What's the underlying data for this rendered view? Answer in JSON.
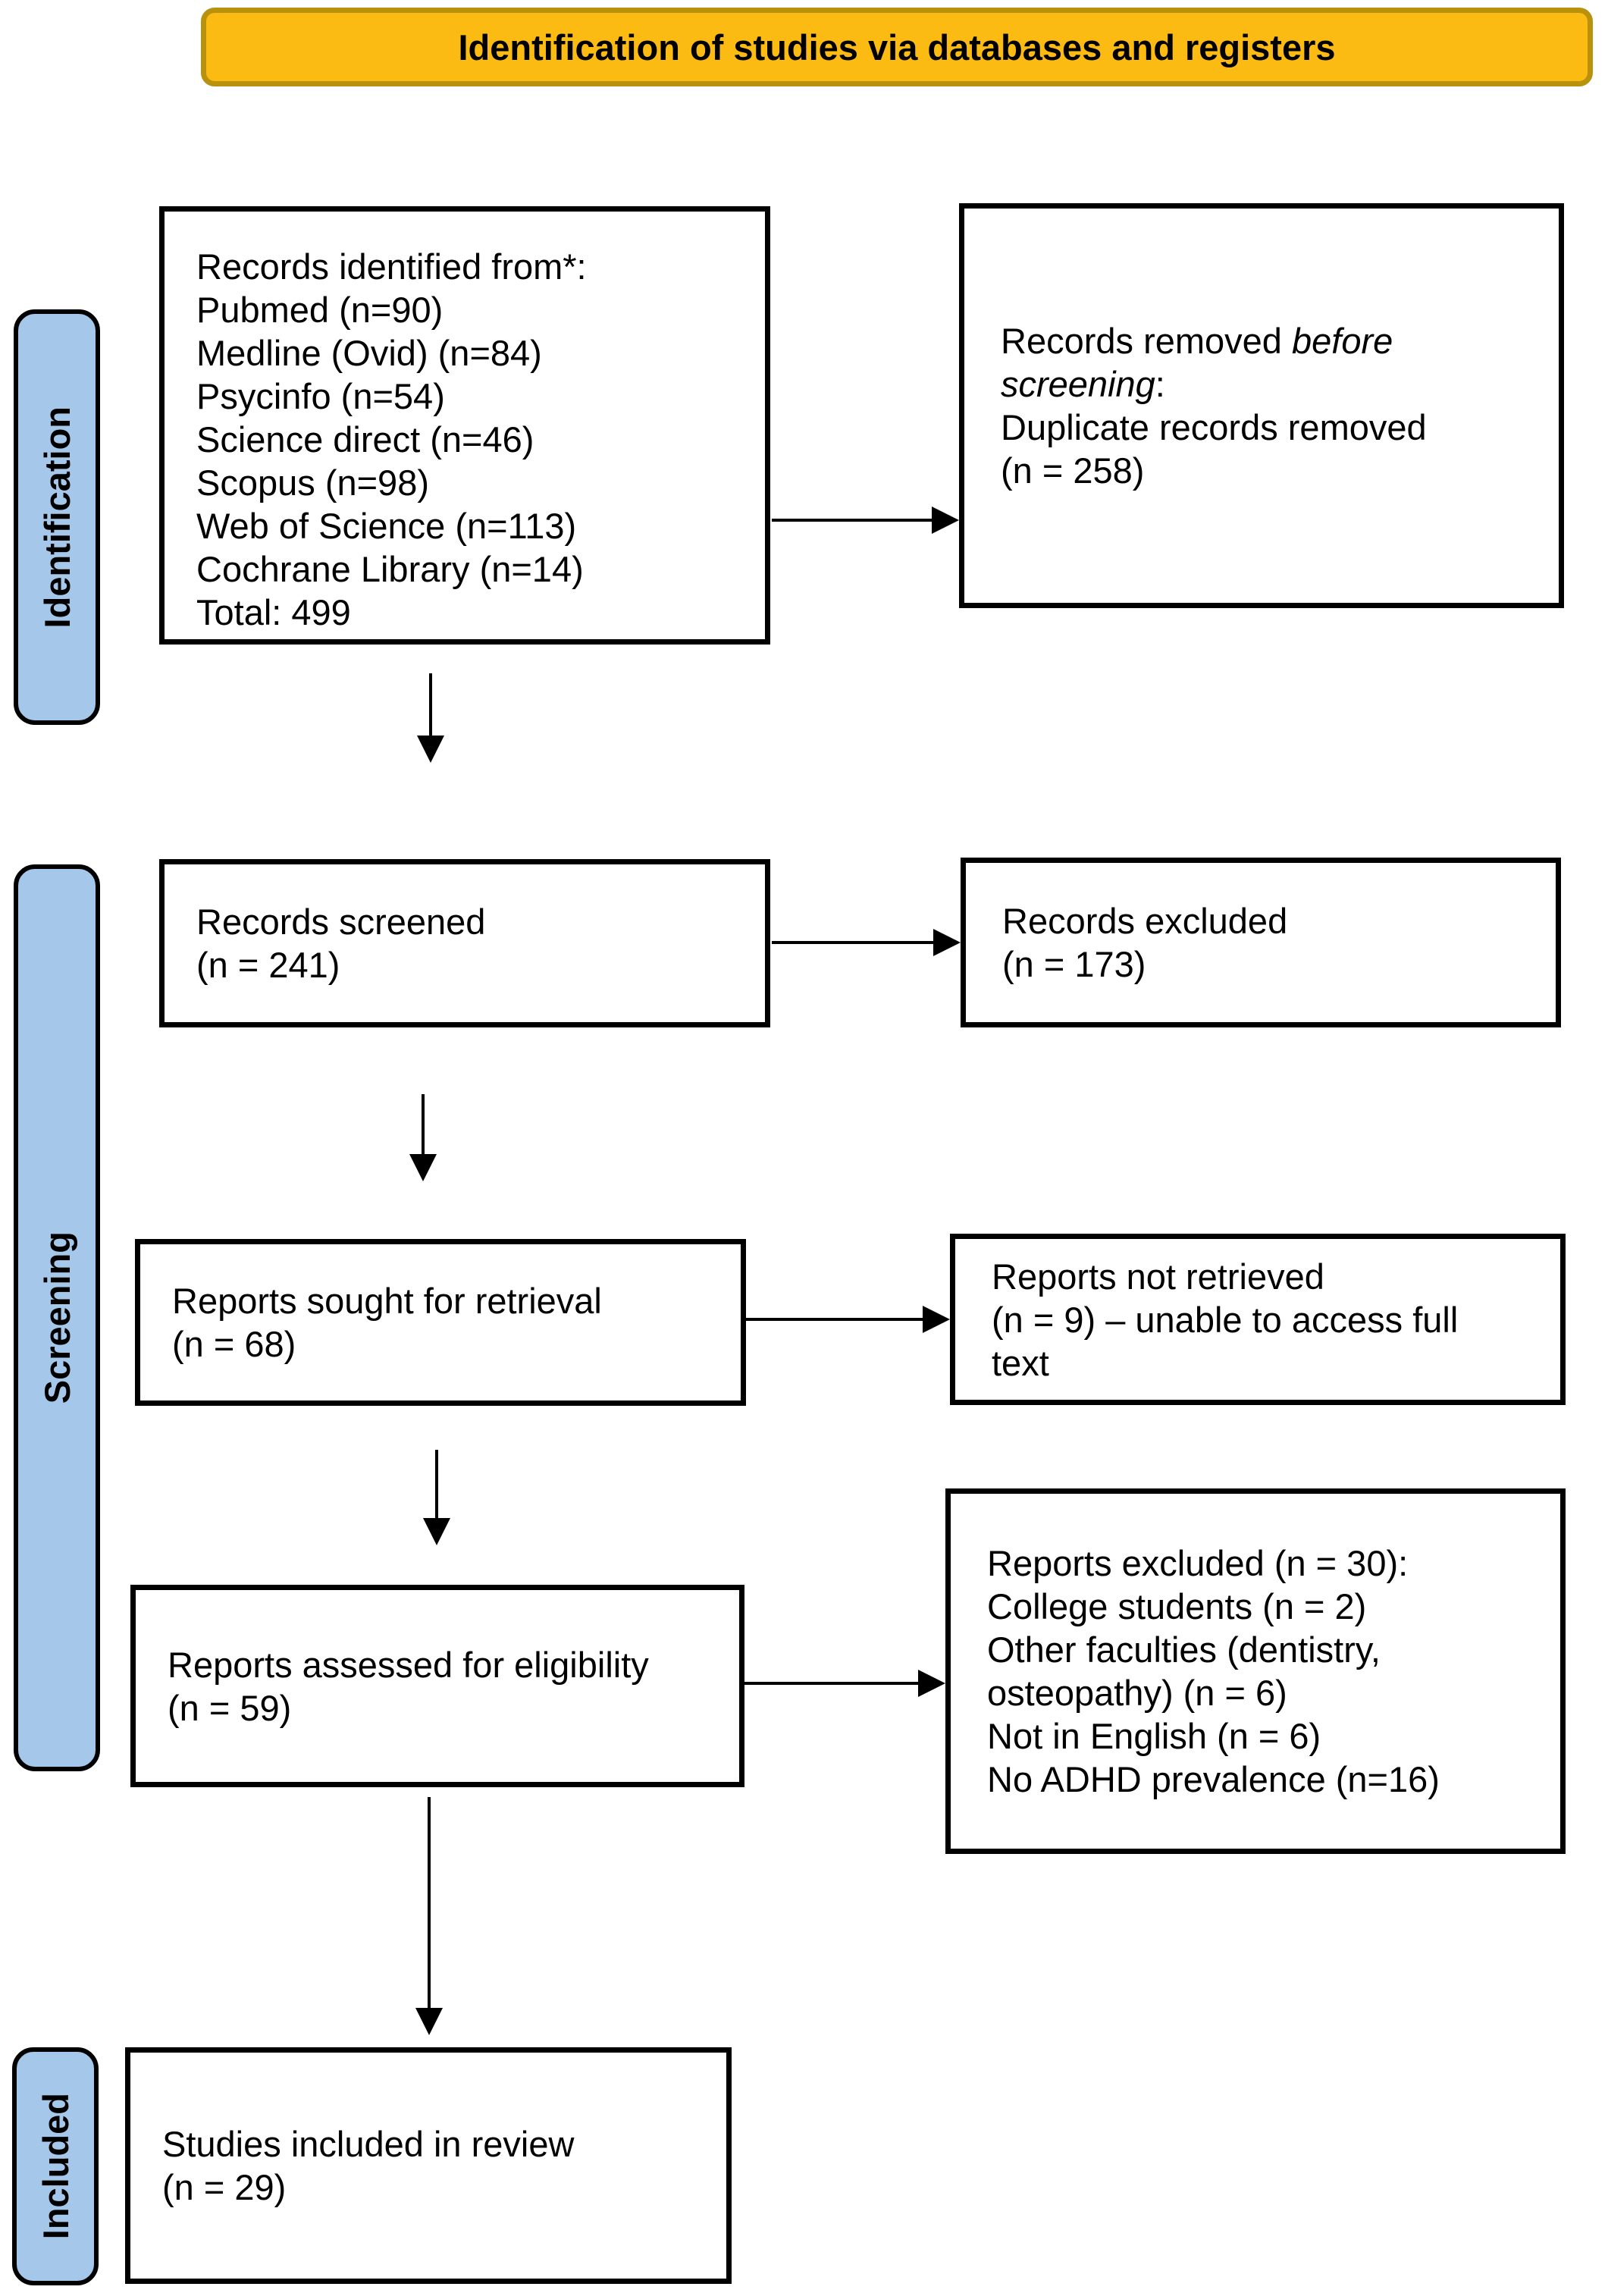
{
  "title": "Identification of studies via databases and registers",
  "stages": {
    "identification": "Identification",
    "screening": "Screening",
    "included": "Included"
  },
  "boxes": {
    "identified": {
      "heading": "Records identified from*:",
      "items": [
        "Pubmed (n=90)",
        "Medline (Ovid) (n=84)",
        "Psycinfo (n=54)",
        "Science direct (n=46)",
        "Scopus (n=98)",
        "Web of Science (n=113)",
        "Cochrane Library (n=14)",
        "Total: 499"
      ]
    },
    "removed_before_screening": {
      "line1_normal": "Records removed ",
      "line1_italic": "before",
      "line2_italic": "screening",
      "line2_suffix": ":",
      "items": [
        "Duplicate records removed",
        "(n = 258)"
      ]
    },
    "records_screened": {
      "lines": [
        "Records screened",
        "(n = 241)"
      ]
    },
    "records_excluded": {
      "lines": [
        "Records excluded",
        "(n = 173)"
      ]
    },
    "reports_sought": {
      "lines": [
        "Reports sought for retrieval",
        "(n = 68)"
      ]
    },
    "reports_not_retrieved": {
      "lines": [
        "Reports not retrieved",
        "(n = 9) – unable to access full",
        "text"
      ]
    },
    "reports_assessed": {
      "lines": [
        "Reports assessed for eligibility",
        "(n = 59)"
      ]
    },
    "reports_excluded": {
      "heading": "Reports excluded (n = 30):",
      "items": [
        "College students (n = 2)",
        "Other faculties (dentistry,",
        "osteopathy) (n = 6)",
        "Not in English (n = 6)",
        "No ADHD prevalence (n=16)"
      ]
    },
    "studies_included": {
      "lines": [
        "Studies included in review",
        "(n = 29)"
      ]
    }
  },
  "colors": {
    "title_fill": "#FBBB12",
    "title_border": "#B8910D",
    "stage_fill": "#A5C7E9",
    "line": "#000000"
  }
}
